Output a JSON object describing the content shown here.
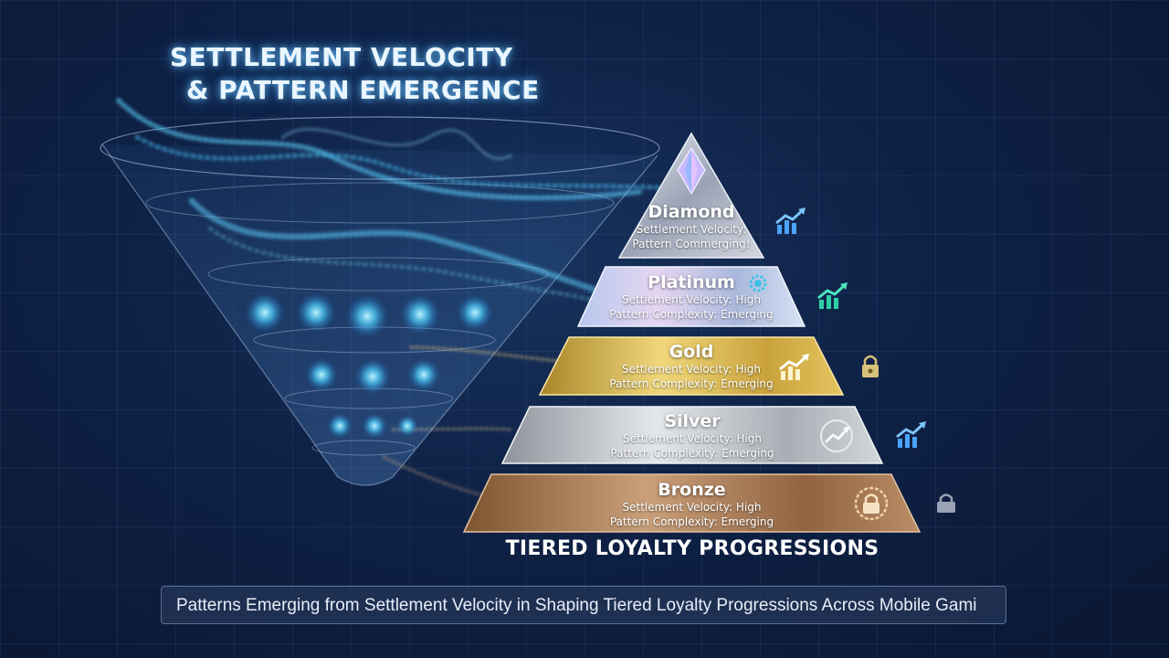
{
  "title": {
    "line1": "SETTLEMENT VELOCITY",
    "line2": "& PATTERN EMERGENCE"
  },
  "tiers": [
    {
      "name": "Diamond",
      "line1": "Settlement Velocity:",
      "line2": "Pattern Commerging!"
    },
    {
      "name": "Platinum",
      "line1": "Settlement Velocity: High",
      "line2": "Pattern Complexity: Emerging"
    },
    {
      "name": "Gold",
      "line1": "Settlement Velocity: High",
      "line2": "Pattern Complexity: Emerging"
    },
    {
      "name": "Silver",
      "line1": "Settlement Velocity: High",
      "line2": "Pattern Complexity: Emerging"
    },
    {
      "name": "Bronze",
      "line1": "Settlement Velocity: High",
      "line2": "Pattern Complexity: Emerging"
    }
  ],
  "subtitle": "TIERED LOYALTY PROGRESSIONS",
  "caption": "Patterns Emerging from Settlement Velocity in Shaping Tiered Loyalty Progressions Across Mobile Gami",
  "icons": {
    "diamond_right": "trend-up-icon",
    "platinum_inner": "gear-icon",
    "platinum_right": "trend-up-icon",
    "gold_inner": "trend-up-icon",
    "gold_right": "padlock-icon",
    "silver_inner": "trend-up-icon",
    "silver_right": "trend-up-icon",
    "bronze_inner": "padlock-icon",
    "bronze_right": "padlock-icon"
  },
  "colors": {
    "background": "#0e2145",
    "glow": "#6ec8ff",
    "diamond": "#b8bcc8",
    "platinum": "#c9c3e3",
    "gold": "#d4b548",
    "silver": "#bfc3c9",
    "bronze": "#a87c55",
    "trend_blue": "#4aa3ff",
    "trend_green": "#2fd0a6"
  }
}
